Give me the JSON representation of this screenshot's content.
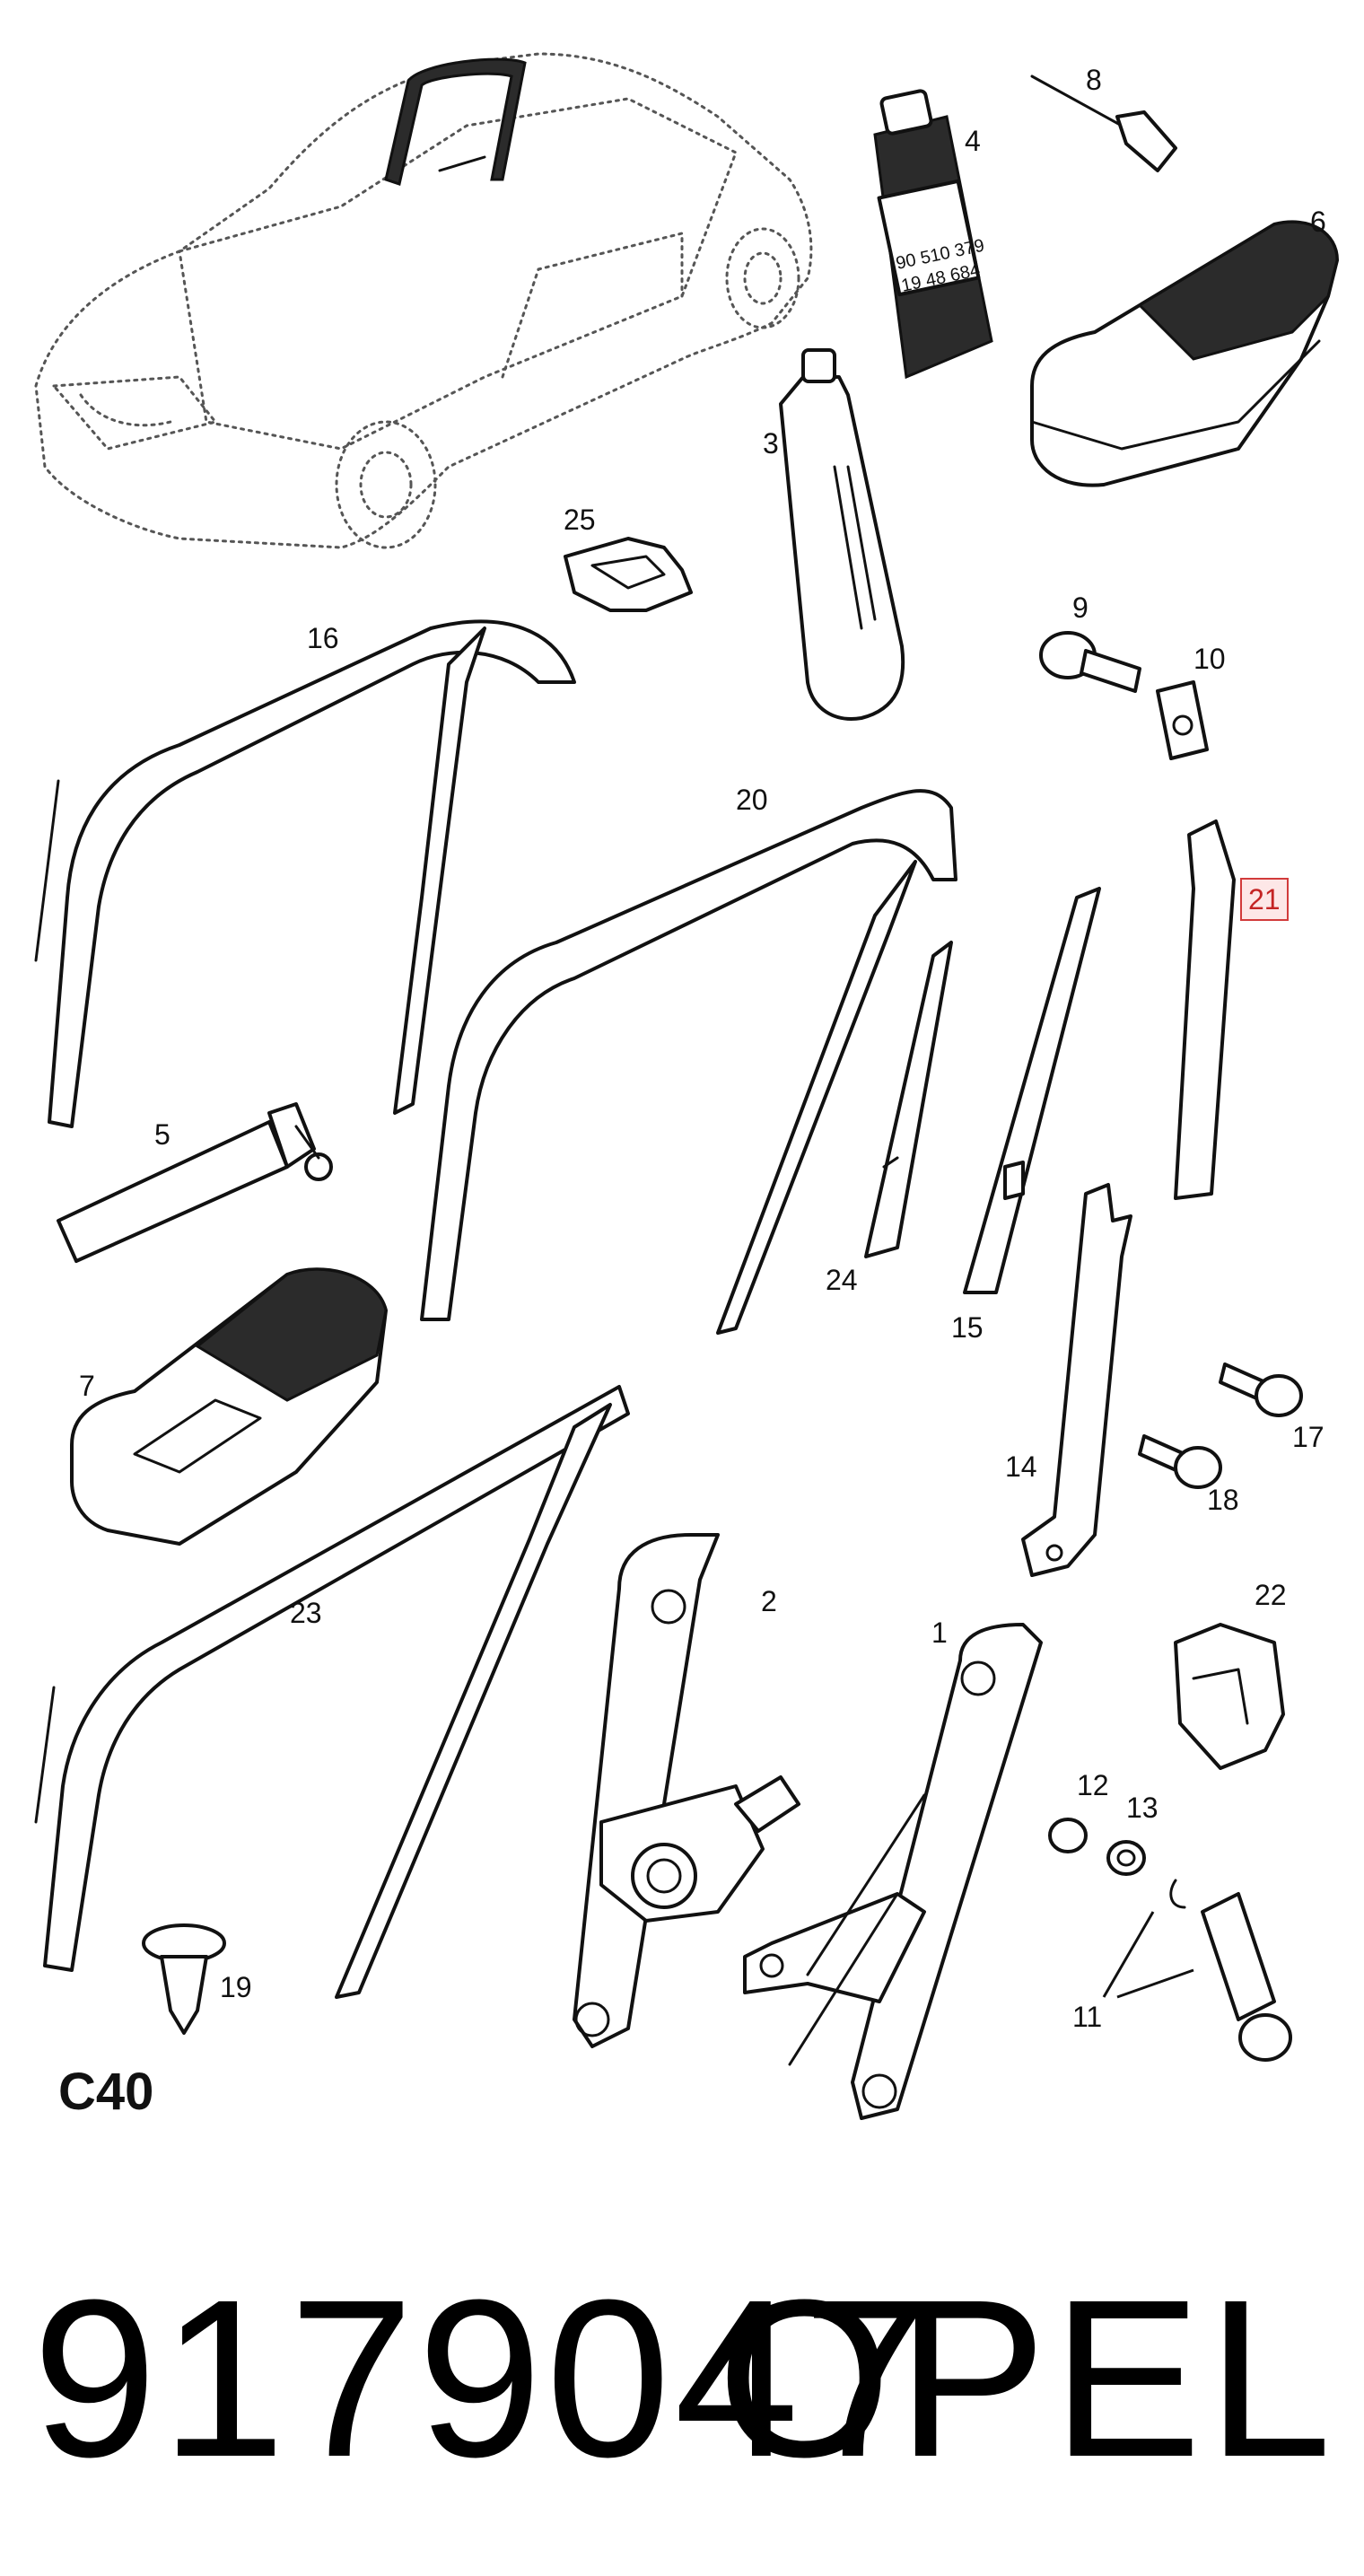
{
  "diagram": {
    "callouts": [
      {
        "id": "c1",
        "label": "1"
      },
      {
        "id": "c2",
        "label": "2"
      },
      {
        "id": "c3",
        "label": "3"
      },
      {
        "id": "c4",
        "label": "4"
      },
      {
        "id": "c5",
        "label": "5"
      },
      {
        "id": "c6",
        "label": "6"
      },
      {
        "id": "c7",
        "label": "7"
      },
      {
        "id": "c8",
        "label": "8"
      },
      {
        "id": "c9",
        "label": "9"
      },
      {
        "id": "c10",
        "label": "10"
      },
      {
        "id": "c11",
        "label": "11"
      },
      {
        "id": "c12",
        "label": "12"
      },
      {
        "id": "c13",
        "label": "13"
      },
      {
        "id": "c14",
        "label": "14"
      },
      {
        "id": "c15",
        "label": "15"
      },
      {
        "id": "c16",
        "label": "16"
      },
      {
        "id": "c17",
        "label": "17"
      },
      {
        "id": "c18",
        "label": "18"
      },
      {
        "id": "c19",
        "label": "19"
      },
      {
        "id": "c20",
        "label": "20"
      },
      {
        "id": "c21",
        "label": "21"
      },
      {
        "id": "c22",
        "label": "22"
      },
      {
        "id": "c23",
        "label": "23"
      },
      {
        "id": "c24",
        "label": "24"
      },
      {
        "id": "c25",
        "label": "25"
      }
    ],
    "highlighted_callout": "21",
    "tube_label_lines": [
      "90 510 379",
      "19 48 684"
    ],
    "group_code": "C40",
    "highlight_color": "#d23b3b"
  },
  "footer": {
    "part_number": "9179047",
    "brand": "OPEL"
  }
}
